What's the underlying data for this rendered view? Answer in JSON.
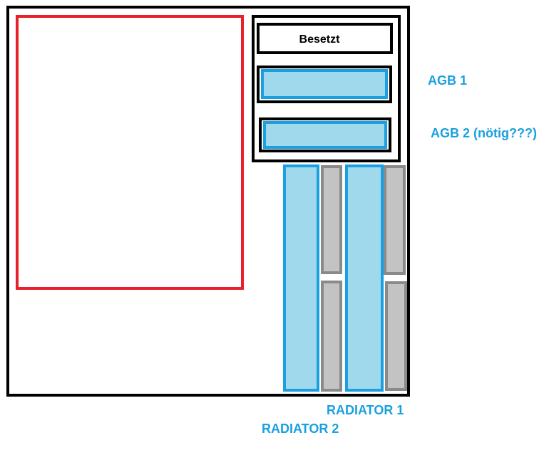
{
  "labels": {
    "occupied": "Besetzt",
    "reservoir_1": "AGB 1",
    "reservoir_2": "AGB 2 (nötig???)",
    "radiator_1": "RADIATOR 1",
    "radiator_2": "RADIATOR 2"
  },
  "colors": {
    "outline": "#000000",
    "motherboard_outline": "#e8202a",
    "water_outline": "#1aa0e0",
    "water_fill": "#a0d8ec",
    "fan_outline": "#8a8a8a",
    "fan_fill": "#c3c3c3",
    "label_blue": "#1aa0e0"
  }
}
